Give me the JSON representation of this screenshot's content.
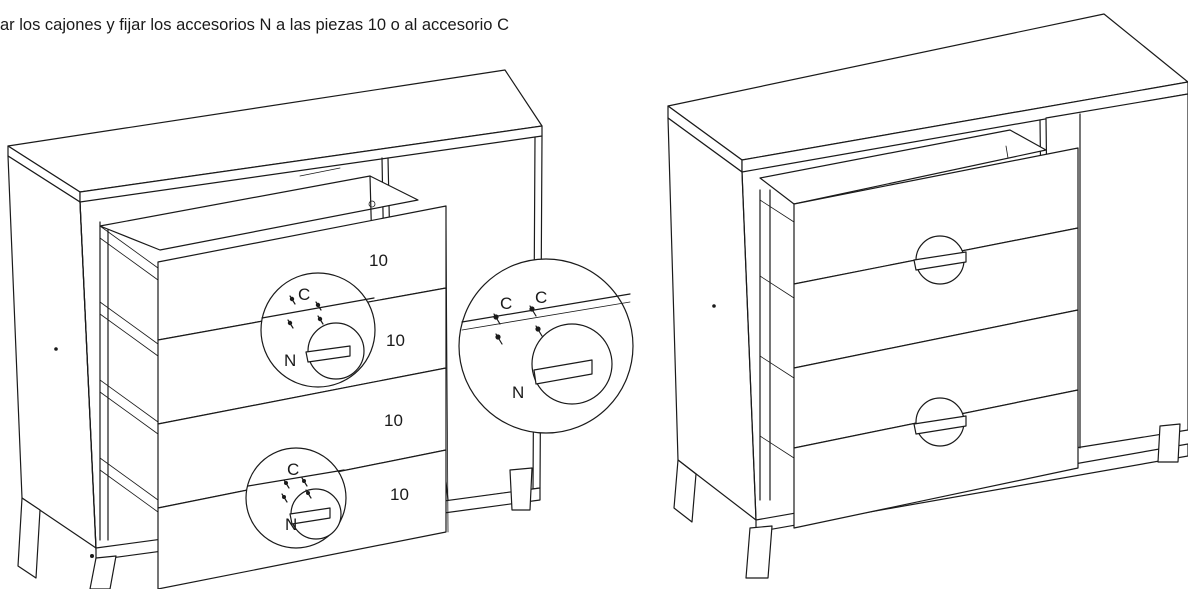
{
  "instruction": "ar los cajones y fijar los accesorios N a las piezas 10 o al accesorio C",
  "labels": {
    "part": "10",
    "handle": "N",
    "screw": "C"
  }
}
